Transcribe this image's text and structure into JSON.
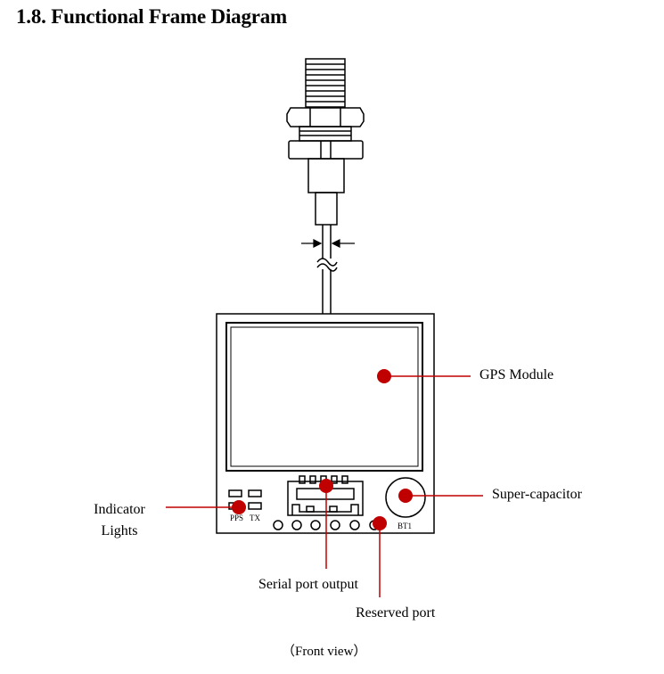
{
  "heading": "1.8. Functional Frame Diagram",
  "labels": {
    "gps_module": "GPS Module",
    "super_capacitor": "Super-capacitor",
    "indicator_lights": "Indicator Lights",
    "serial_port": "Serial port output",
    "reserved_port": "Reserved port",
    "front_view": "（Front view）"
  },
  "pcb_text": {
    "pps": "PPS",
    "tx": "TX",
    "bt1": "BT1"
  },
  "colors": {
    "marker": "#c00000",
    "line": "#000000"
  }
}
